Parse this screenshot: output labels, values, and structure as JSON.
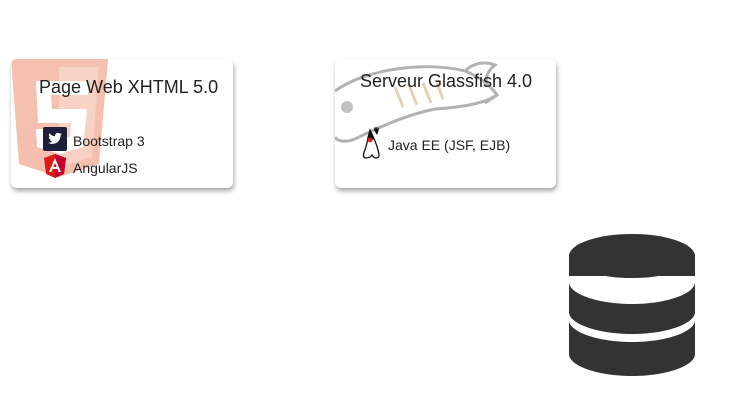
{
  "web_card": {
    "title": "Page Web XHTML 5.0",
    "items": [
      {
        "label": "Bootstrap 3",
        "icon": "twitter-bootstrap-icon"
      },
      {
        "label": "AngularJS",
        "icon": "angularjs-icon"
      }
    ],
    "background_icon": "html5-logo"
  },
  "server_card": {
    "title": "Serveur Glassfish 4.0",
    "items": [
      {
        "label": "Java EE (JSF, EJB)",
        "icon": "java-duke-icon"
      }
    ],
    "background_icon": "glassfish-fish-logo"
  },
  "database": {
    "icon": "database-icon",
    "color": "#333333"
  },
  "colors": {
    "html5": "#e44d26",
    "angular": "#dd1b16",
    "bootstrap": "#1b1f3a"
  }
}
